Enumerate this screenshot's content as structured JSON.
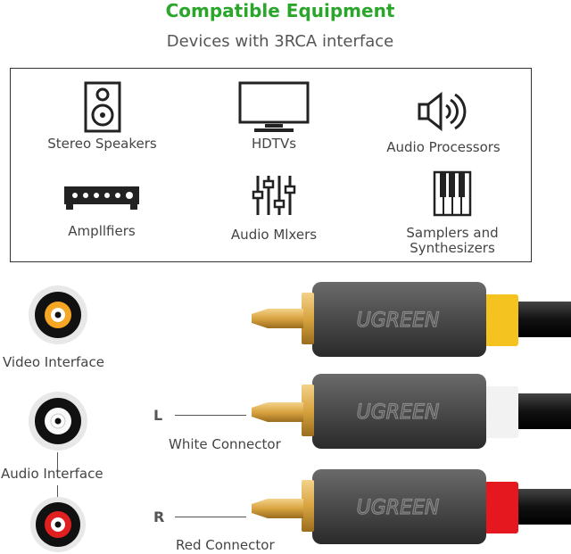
{
  "header": {
    "title": "Compatible Equipment",
    "subtitle": "Devices with 3RCA interface"
  },
  "devices": [
    {
      "label": "Stereo Speakers",
      "icon": "speaker-icon"
    },
    {
      "label": "HDTVs",
      "icon": "tv-icon"
    },
    {
      "label": "Audio Processors",
      "icon": "audio-processor-icon"
    },
    {
      "label": "Ampllfiers",
      "icon": "amplifier-icon"
    },
    {
      "label": "Audio Mlxers",
      "icon": "mixer-icon"
    },
    {
      "label_line1": "Samplers and",
      "label_line2": "Synthesizers",
      "icon": "piano-keys-icon"
    }
  ],
  "jacks": {
    "video": {
      "label": "Video Interface",
      "color": "#f5a623"
    },
    "audio": {
      "label": "Audio Interface",
      "white_color": "#ffffff",
      "red_color": "#e02020"
    }
  },
  "connectors": {
    "left_letter": "L",
    "white_label": "White Connector",
    "right_letter": "R",
    "red_label": "Red Connector",
    "brand": "UGREEN",
    "colors": {
      "yellow": "#f5c320",
      "white": "#f2f2f2",
      "red": "#e4181e",
      "gold": "#d9a441"
    }
  }
}
